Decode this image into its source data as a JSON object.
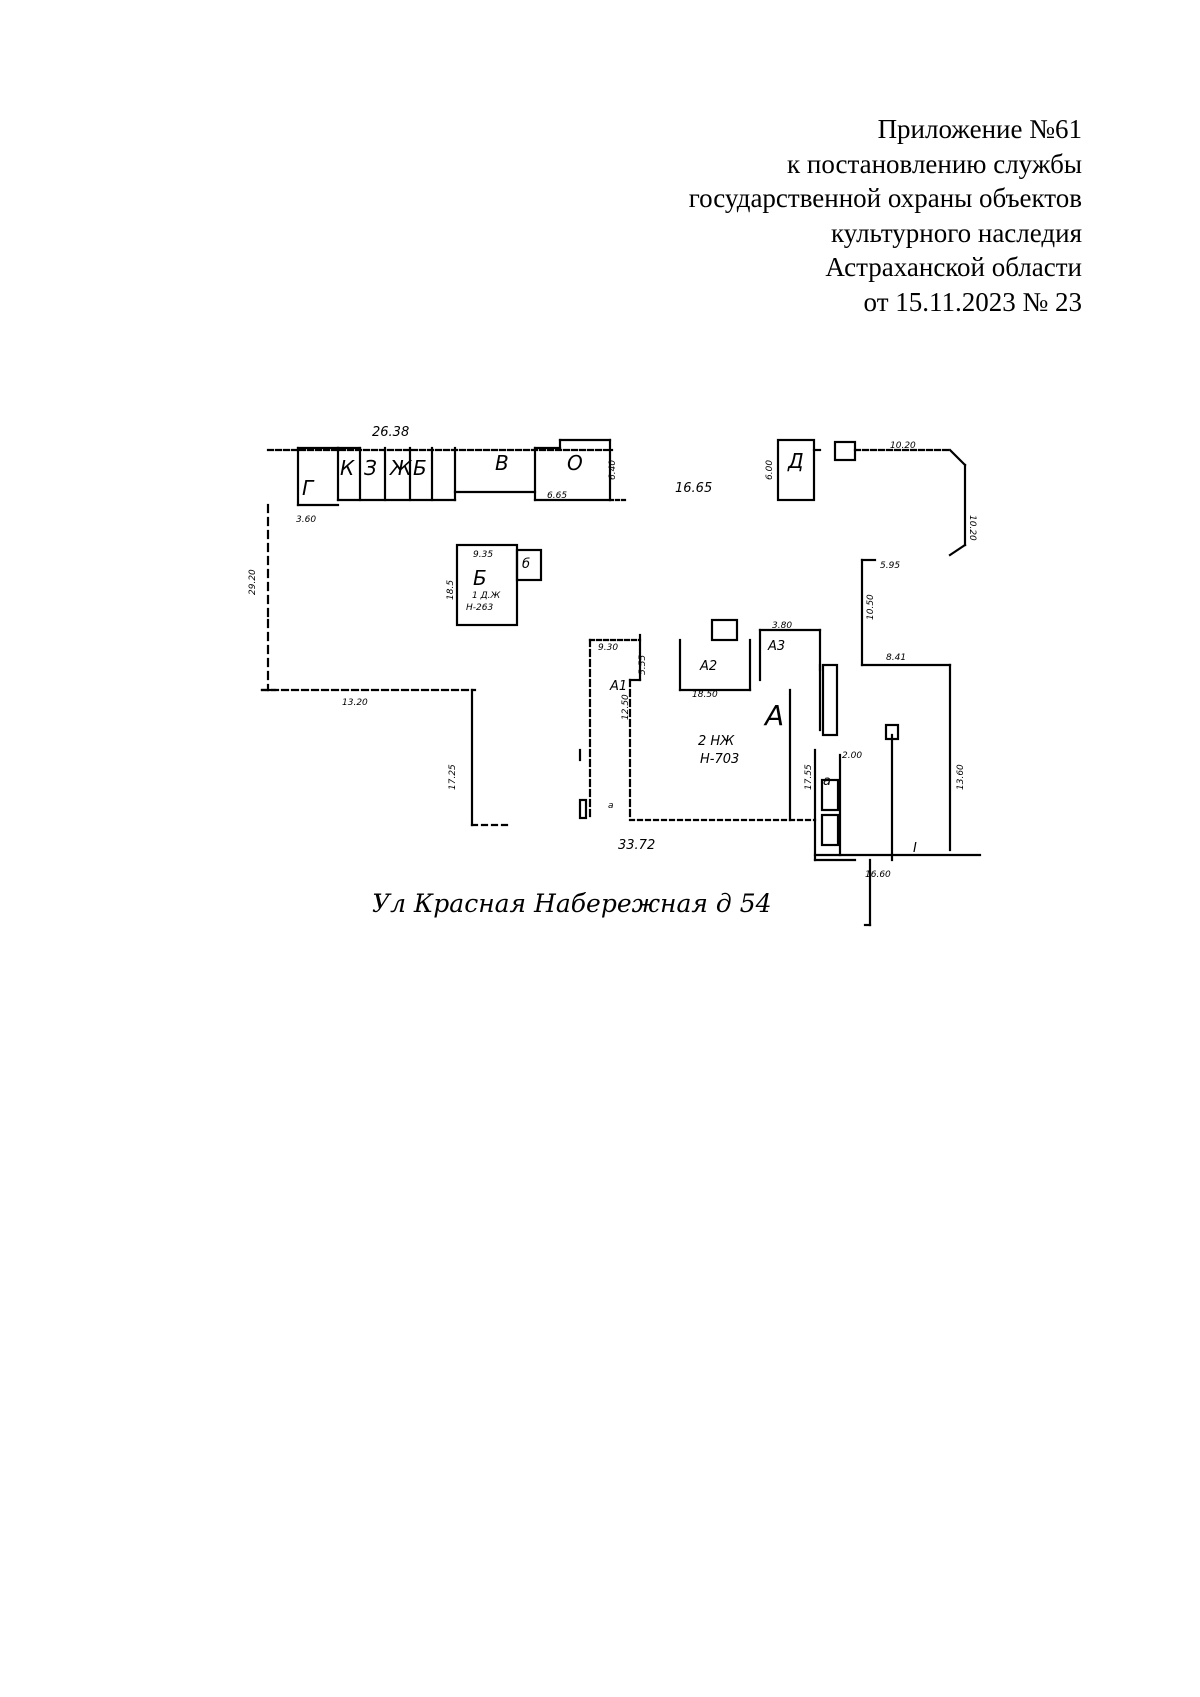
{
  "header": {
    "lines": [
      "Приложение №61",
      "к постановлению службы",
      "государственной охраны объектов",
      "культурного наследия",
      "Астраханской области",
      "от 15.11.2023 № 23"
    ]
  },
  "plan": {
    "street_caption": "Ул Красная Набережная д 54",
    "buildings": {
      "main": {
        "letter": "А",
        "floors": "2 НЖ",
        "code": "Н-703"
      },
      "a1": {
        "letter": "А1"
      },
      "a2": {
        "letter": "А2"
      },
      "a3": {
        "letter": "А3"
      },
      "b_inner": {
        "letter": "Б",
        "floors": "1 Д.Ж",
        "code": "Н-263"
      },
      "b_small": {
        "letter": "б"
      },
      "top_row": [
        "Г",
        "К",
        "З",
        "Ж",
        "Б",
        "В",
        "О"
      ],
      "d": {
        "letter": "Д"
      },
      "a_side": {
        "letter": "а"
      },
      "a_small": {
        "letter": "а"
      }
    },
    "dimensions": {
      "top": "26.38",
      "top_mid": "16.65",
      "top_right": "10.20",
      "right_upper": "10.20",
      "right_inner": "5.95",
      "right_v": "10.50",
      "right_h": "8.41",
      "right_lower": "13.60",
      "left": "29.20",
      "left_bottom": "13.20",
      "mid_v": "17.25",
      "main_bottom": "33.72",
      "bottom_right": "16.60",
      "main_inner": "18.50",
      "a3_width": "3.80",
      "b_width": "9.35",
      "b_height": "18.5",
      "o_width": "6.65",
      "o_height": "6.40",
      "d_height": "6.00",
      "g_width": "3.60",
      "a1_width": "9.30",
      "a1_side": "12.50",
      "side_55": "5.55",
      "side_17": "17.55",
      "side_20": "2.00"
    },
    "marks": {
      "roman": "I"
    }
  }
}
